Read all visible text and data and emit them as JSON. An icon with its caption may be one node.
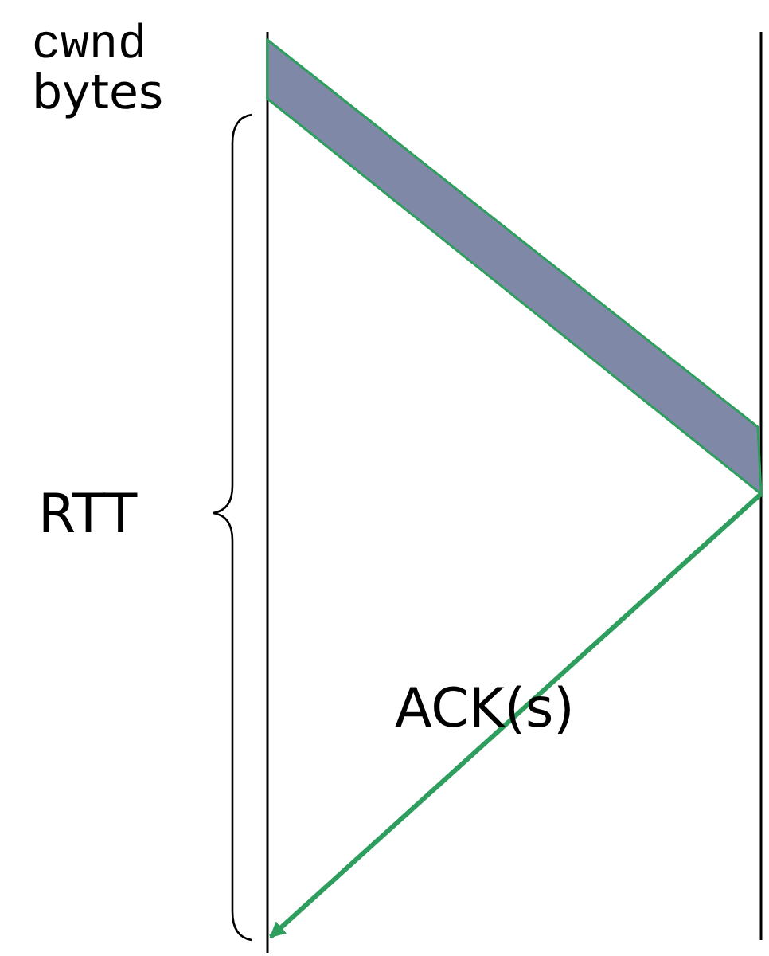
{
  "diagram": {
    "labels": [
      "cwnd",
      "bytes",
      "RTT",
      "ACK(s)"
    ]
  }
}
